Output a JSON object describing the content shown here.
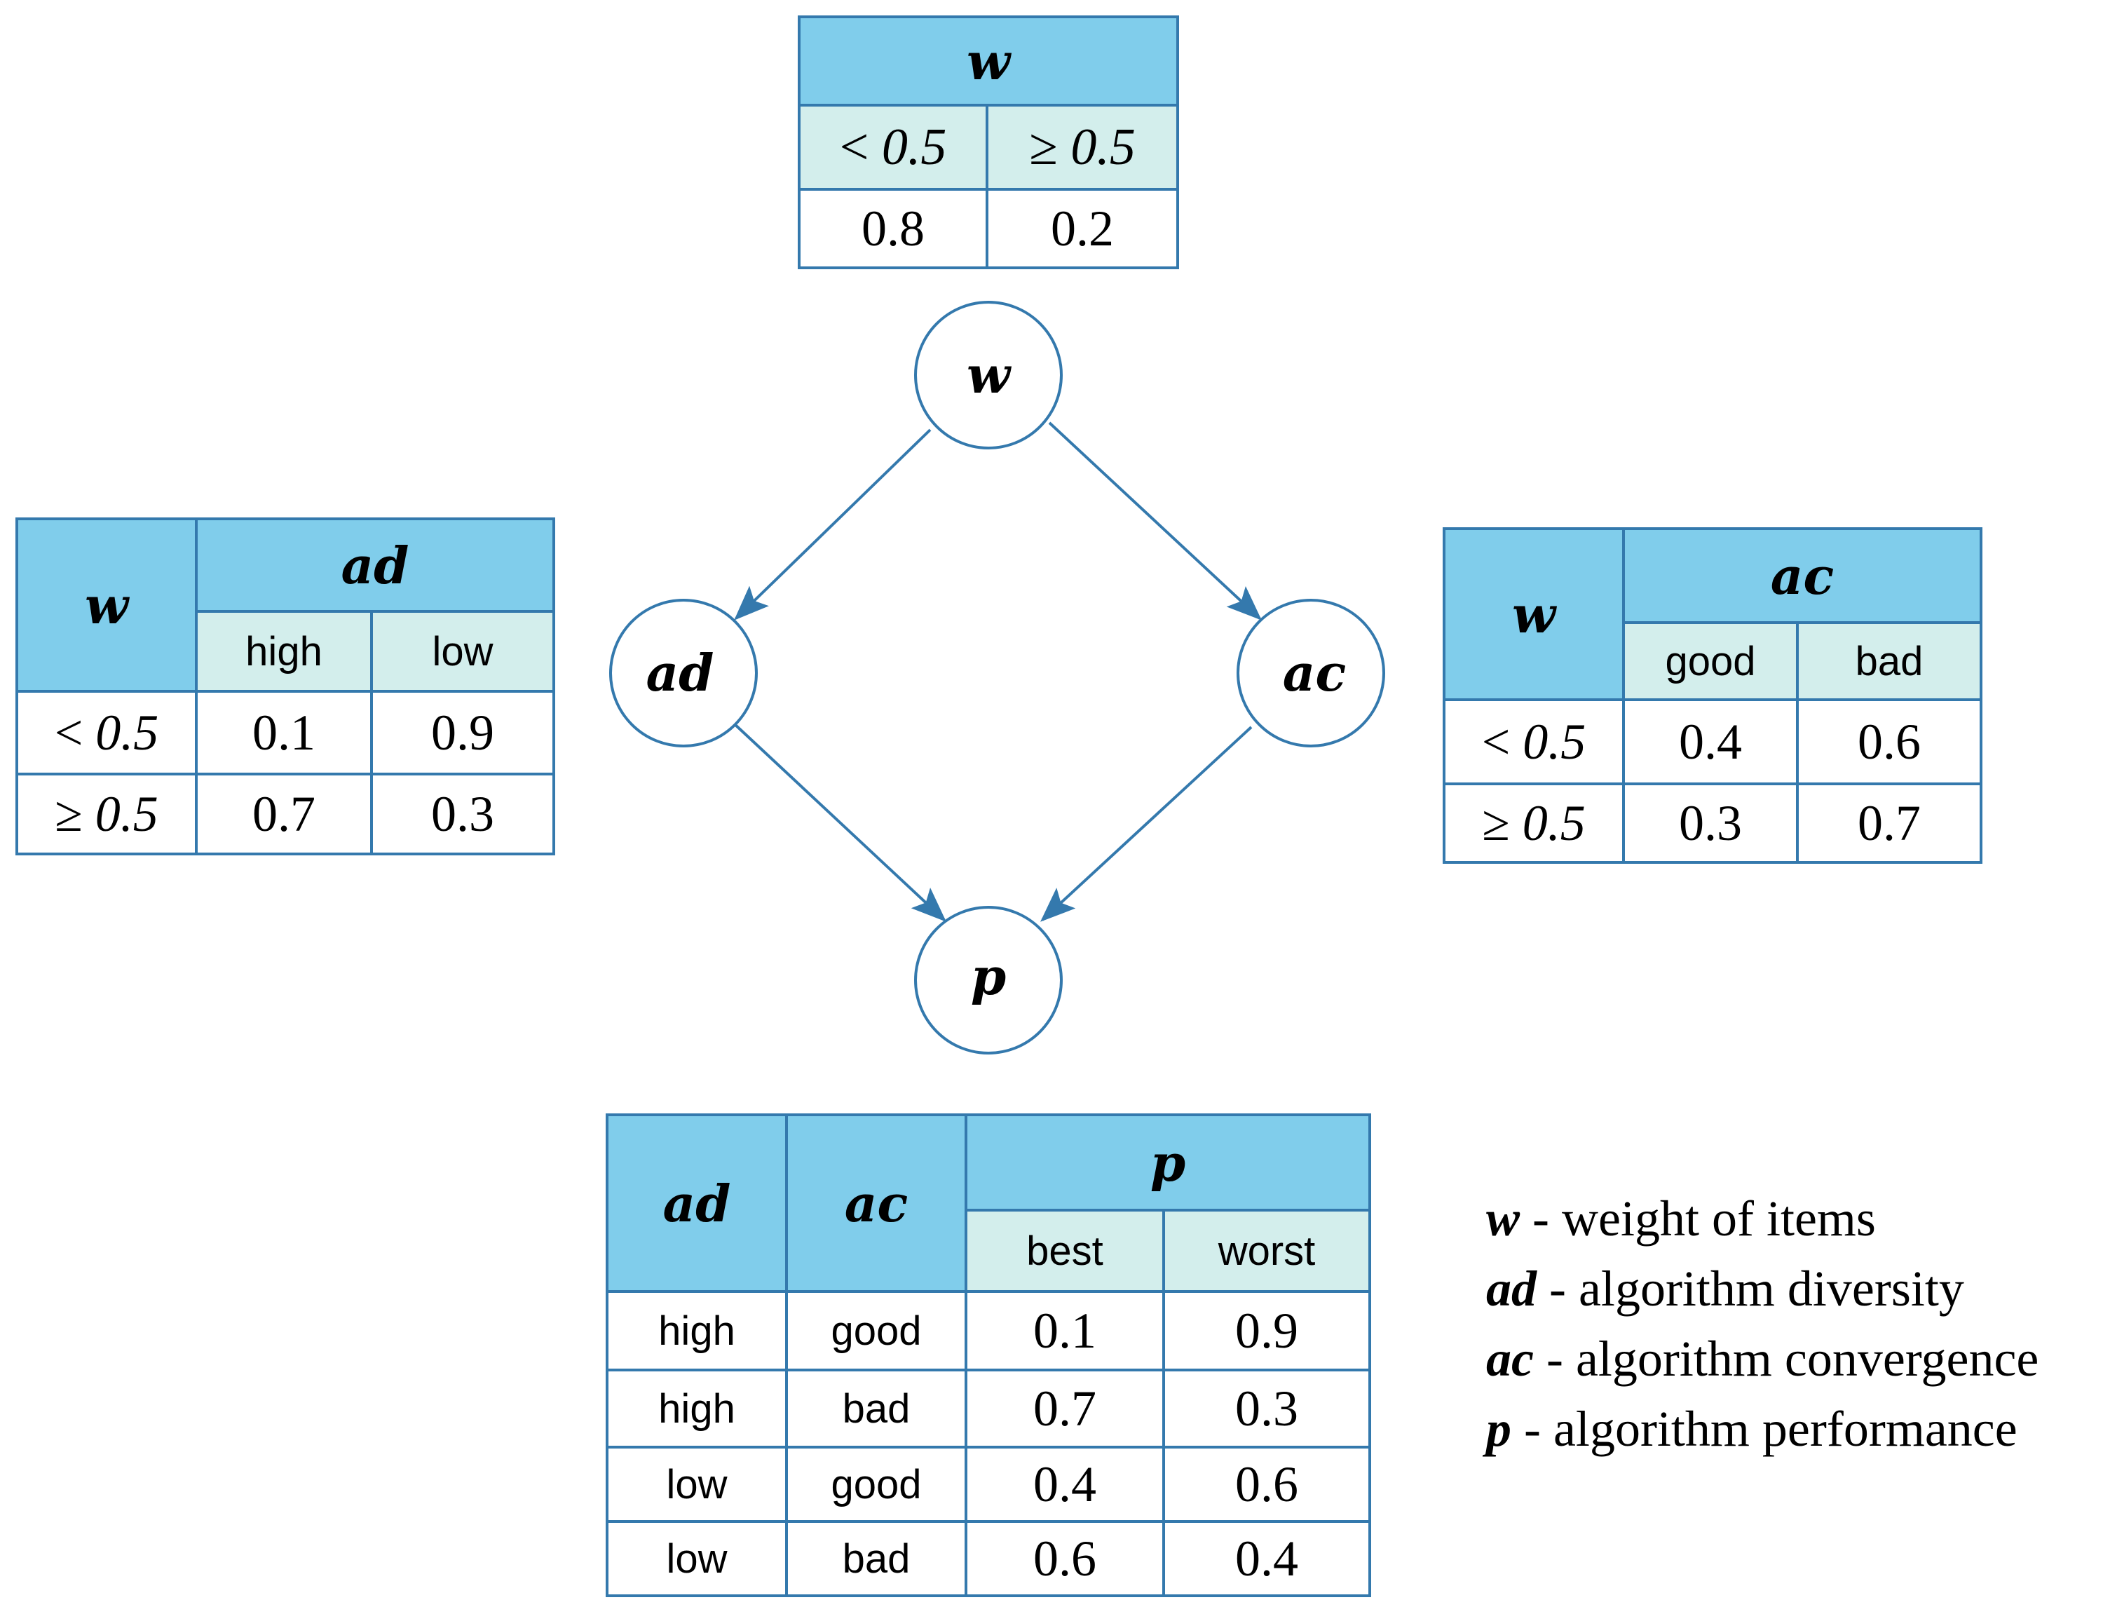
{
  "nodes": {
    "w": "w",
    "ad": "ad",
    "ac": "ac",
    "p": "p"
  },
  "tables": {
    "w": {
      "header": "w",
      "col_op": [
        "<",
        "≥"
      ],
      "col_val": "0.5",
      "values": [
        "0.8",
        "0.2"
      ]
    },
    "ad": {
      "parent": "w",
      "header": "ad",
      "cols": [
        "high",
        "low"
      ],
      "rows": [
        {
          "op": "<",
          "val": "0.5",
          "values": [
            "0.1",
            "0.9"
          ]
        },
        {
          "op": "≥",
          "val": "0.5",
          "values": [
            "0.7",
            "0.3"
          ]
        }
      ]
    },
    "ac": {
      "parent": "w",
      "header": "ac",
      "cols": [
        "good",
        "bad"
      ],
      "rows": [
        {
          "op": "<",
          "val": "0.5",
          "values": [
            "0.4",
            "0.6"
          ]
        },
        {
          "op": "≥",
          "val": "0.5",
          "values": [
            "0.3",
            "0.7"
          ]
        }
      ]
    },
    "p": {
      "parents": [
        "ad",
        "ac"
      ],
      "header": "p",
      "cols": [
        "best",
        "worst"
      ],
      "rows": [
        {
          "ad": "high",
          "ac": "good",
          "values": [
            "0.1",
            "0.9"
          ]
        },
        {
          "ad": "high",
          "ac": "bad",
          "values": [
            "0.7",
            "0.3"
          ]
        },
        {
          "ad": "low",
          "ac": "good",
          "values": [
            "0.4",
            "0.6"
          ]
        },
        {
          "ad": "low",
          "ac": "bad",
          "values": [
            "0.6",
            "0.4"
          ]
        }
      ]
    }
  },
  "legend": [
    {
      "sym": "w",
      "text": " - weight of items"
    },
    {
      "sym": "ad",
      "text": " - algorithm diversity"
    },
    {
      "sym": "ac",
      "text": " - algorithm convergence"
    },
    {
      "sym": "p",
      "text": " - algorithm performance"
    }
  ],
  "colors": {
    "header": "#80cdeb",
    "subheader": "#d3eeec",
    "border": "#3479ad",
    "edge": "#3479ad"
  }
}
